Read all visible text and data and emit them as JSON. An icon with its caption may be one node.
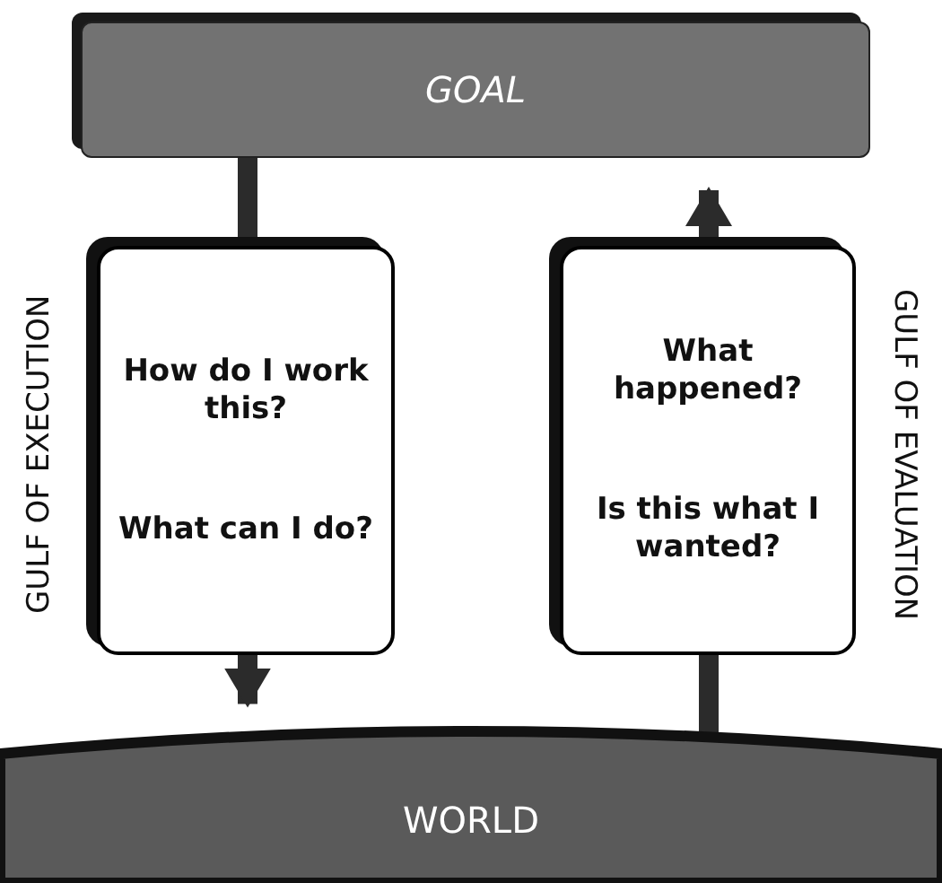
{
  "diagram": {
    "nodes": [
      {
        "text": [
          "GOAL"
        ]
      },
      {
        "text": [
          "How do I work this?",
          "What can I do?"
        ],
        "beside": [
          "GULF OF EXECUTION"
        ]
      },
      {
        "text": [
          "What happened?",
          "Is this what I wanted?"
        ],
        "beside": [
          "GULF OF EVALUATION"
        ]
      },
      {
        "text": [
          "WORLD"
        ]
      }
    ],
    "edges": [
      {
        "from": 0,
        "to": 1,
        "arrow": "none"
      },
      {
        "from": 1,
        "to": 3,
        "arrow": "to"
      },
      {
        "from": 3,
        "to": 2,
        "arrow": "none"
      },
      {
        "from": 2,
        "to": 0,
        "arrow": "to"
      }
    ]
  }
}
